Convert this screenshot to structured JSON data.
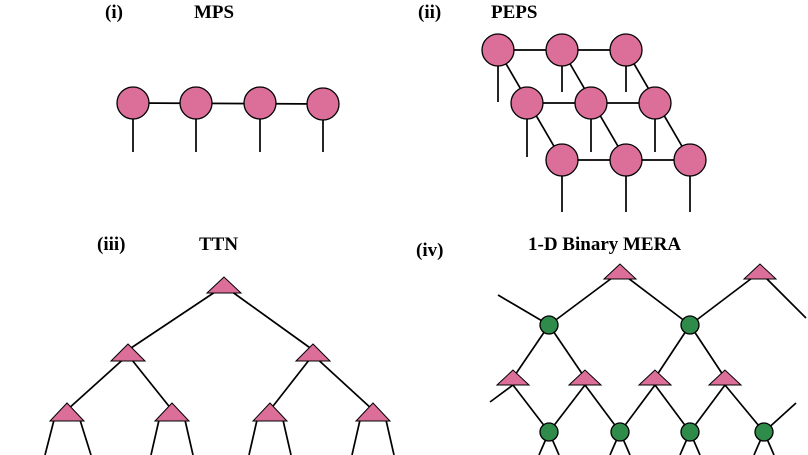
{
  "panels": {
    "mps": {
      "index": "(i)",
      "title": "MPS"
    },
    "peps": {
      "index": "(ii)",
      "title": "PEPS"
    },
    "ttn": {
      "index": "(iii)",
      "title": "TTN"
    },
    "mera": {
      "index": "(iv)",
      "title": "1-D Binary MERA"
    }
  },
  "colors": {
    "tensor": "#dc6f99",
    "disentangler": "#2e8b4a",
    "edge": "#000000"
  }
}
